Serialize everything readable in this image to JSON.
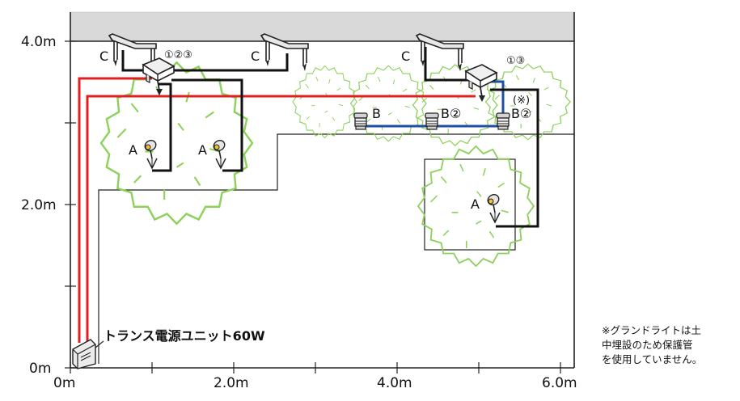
{
  "axes": {
    "y_labels": [
      "4.0m",
      "2.0m",
      "0m"
    ],
    "x_labels": [
      "0m",
      "2.0m",
      "4.0m",
      "6.0m"
    ]
  },
  "labels": {
    "transformer": "トランス電源ユニット60W",
    "junction1": "①②③",
    "junction2": "①③",
    "c": "C",
    "a": "A",
    "b": "B",
    "b2": "B②",
    "b2_star": "B②",
    "star": "(※)"
  },
  "note": {
    "lines": [
      "※グランドライトは土",
      "中埋設のため保護管",
      "を使用していません。"
    ]
  },
  "colors": {
    "red_cable": "#e02020",
    "blue_cable": "#1f4fa0",
    "black_cable": "#111111",
    "building": "#d9d9d9",
    "shrub": "#8cd15a"
  }
}
